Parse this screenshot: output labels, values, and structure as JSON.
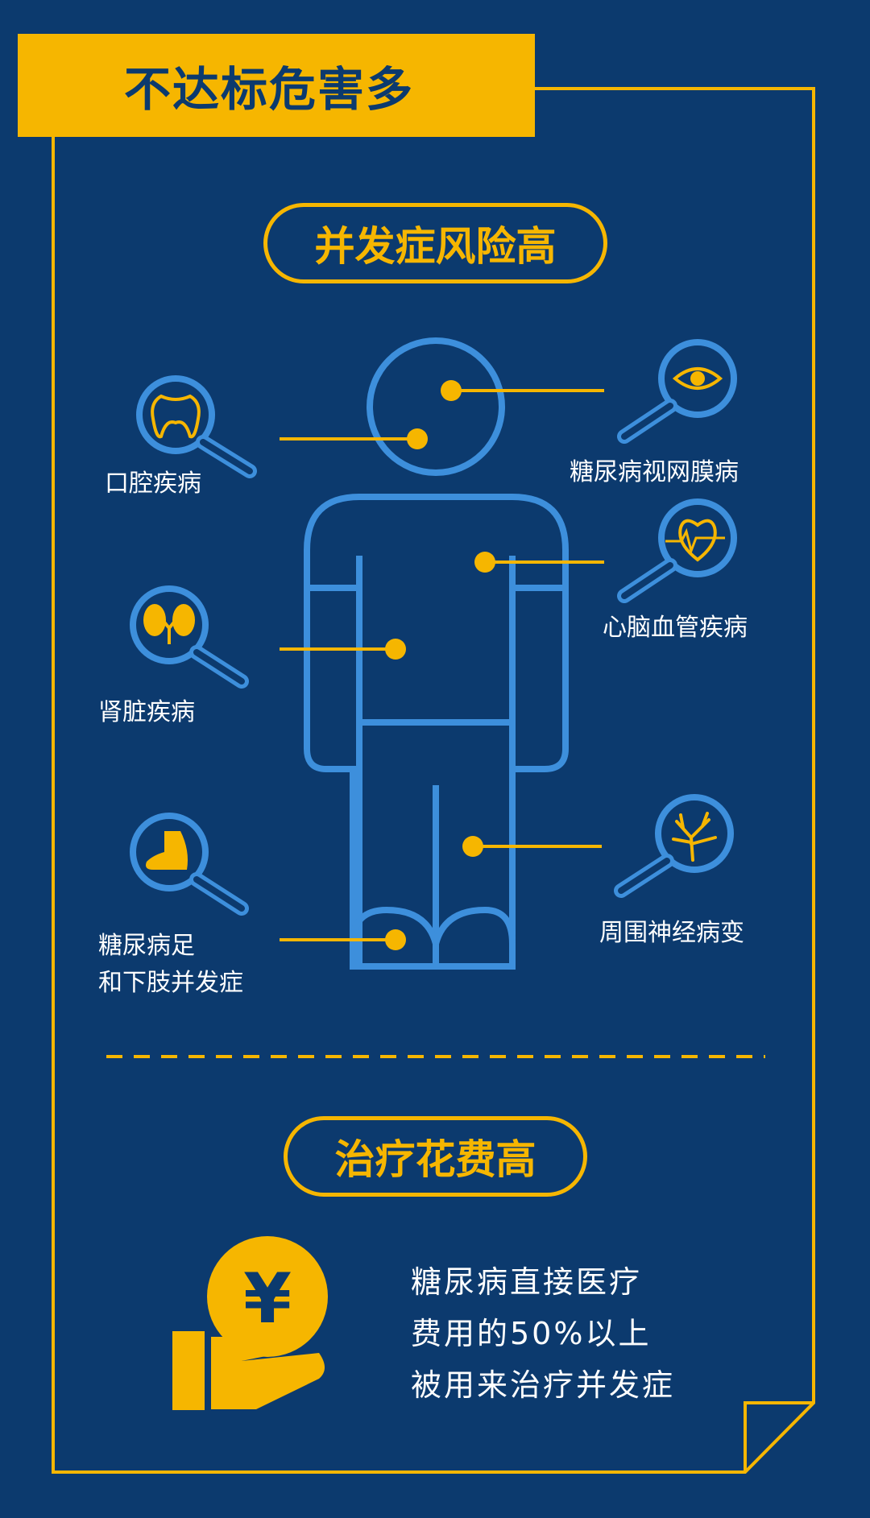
{
  "header": {
    "title": "不达标危害多"
  },
  "section1": {
    "title": "并发症风险高",
    "complications": [
      {
        "label": "口腔疾病",
        "icon": "tooth-icon"
      },
      {
        "label": "糖尿病视网膜病",
        "icon": "eye-icon"
      },
      {
        "label": "心脑血管疾病",
        "icon": "heart-icon"
      },
      {
        "label": "肾脏疾病",
        "icon": "kidney-icon"
      },
      {
        "label": "周围神经病变",
        "icon": "nerve-icon"
      },
      {
        "label": "糖尿病足",
        "label2": "和下肢并发症",
        "icon": "foot-icon"
      }
    ]
  },
  "section2": {
    "title": "治疗花费高",
    "icon": "yen-coin-hand-icon",
    "lines": [
      "糖尿病直接医疗",
      "费用的50%以上",
      "被用来治疗并发症"
    ]
  },
  "colors": {
    "background": "#0c3a6e",
    "accent": "#f6b600",
    "figure": "#3d8fdc",
    "text": "#ffffff"
  }
}
